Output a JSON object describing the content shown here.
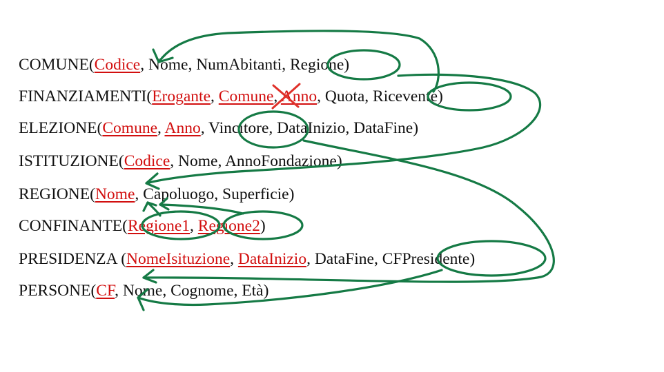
{
  "colors": {
    "key": "#d20f0f",
    "text": "#111111",
    "annotation": "#157a45",
    "strike": "#e0312a"
  },
  "relations": [
    {
      "name": "COMUNE",
      "open": "(",
      "attrs": [
        {
          "text": "Codice",
          "key": true
        },
        {
          "text": "Nome",
          "key": false
        },
        {
          "text": "NumAbitanti",
          "key": false
        },
        {
          "text": "Regione",
          "key": false
        }
      ]
    },
    {
      "name": "FINANZIAMENTI",
      "open": "(",
      "attrs": [
        {
          "text": "Erogante",
          "key": true
        },
        {
          "text": "Comune",
          "key": true
        },
        {
          "text": "Anno",
          "key": true
        },
        {
          "text": "Quota",
          "key": false
        },
        {
          "text": "Ricevente",
          "key": false
        }
      ]
    },
    {
      "name": "ELEZIONE",
      "open": "(",
      "attrs": [
        {
          "text": "Comune",
          "key": true
        },
        {
          "text": "Anno",
          "key": true
        },
        {
          "text": "Vincitore",
          "key": false
        },
        {
          "text": "DataInizio",
          "key": false
        },
        {
          "text": "DataFine",
          "key": false
        }
      ]
    },
    {
      "name": "ISTITUZIONE",
      "open": "(",
      "attrs": [
        {
          "text": "Codice",
          "key": true
        },
        {
          "text": "Nome",
          "key": false
        },
        {
          "text": "AnnoFondazione",
          "key": false
        }
      ]
    },
    {
      "name": "REGIONE",
      "open": "(",
      "attrs": [
        {
          "text": "Nome",
          "key": true
        },
        {
          "text": "Capoluogo",
          "key": false
        },
        {
          "text": "Superficie",
          "key": false
        }
      ]
    },
    {
      "name": "CONFINANTE",
      "open": "(",
      "attrs": [
        {
          "text": "Regione1",
          "key": true
        },
        {
          "text": "Regione2",
          "key": true
        }
      ]
    },
    {
      "name": "PRESIDENZA",
      "open": " (",
      "attrs": [
        {
          "text": "NomeIsituzione",
          "key": true
        },
        {
          "text": "DataInizio",
          "key": true
        },
        {
          "text": "DataFine",
          "key": false
        },
        {
          "text": "CFPresidente",
          "key": false
        }
      ]
    },
    {
      "name": "PERSONE",
      "open": "(",
      "attrs": [
        {
          "text": "CF",
          "key": true
        },
        {
          "text": "Nome",
          "key": false
        },
        {
          "text": "Cognome",
          "key": false
        },
        {
          "text": "Età",
          "key": false
        }
      ]
    }
  ]
}
